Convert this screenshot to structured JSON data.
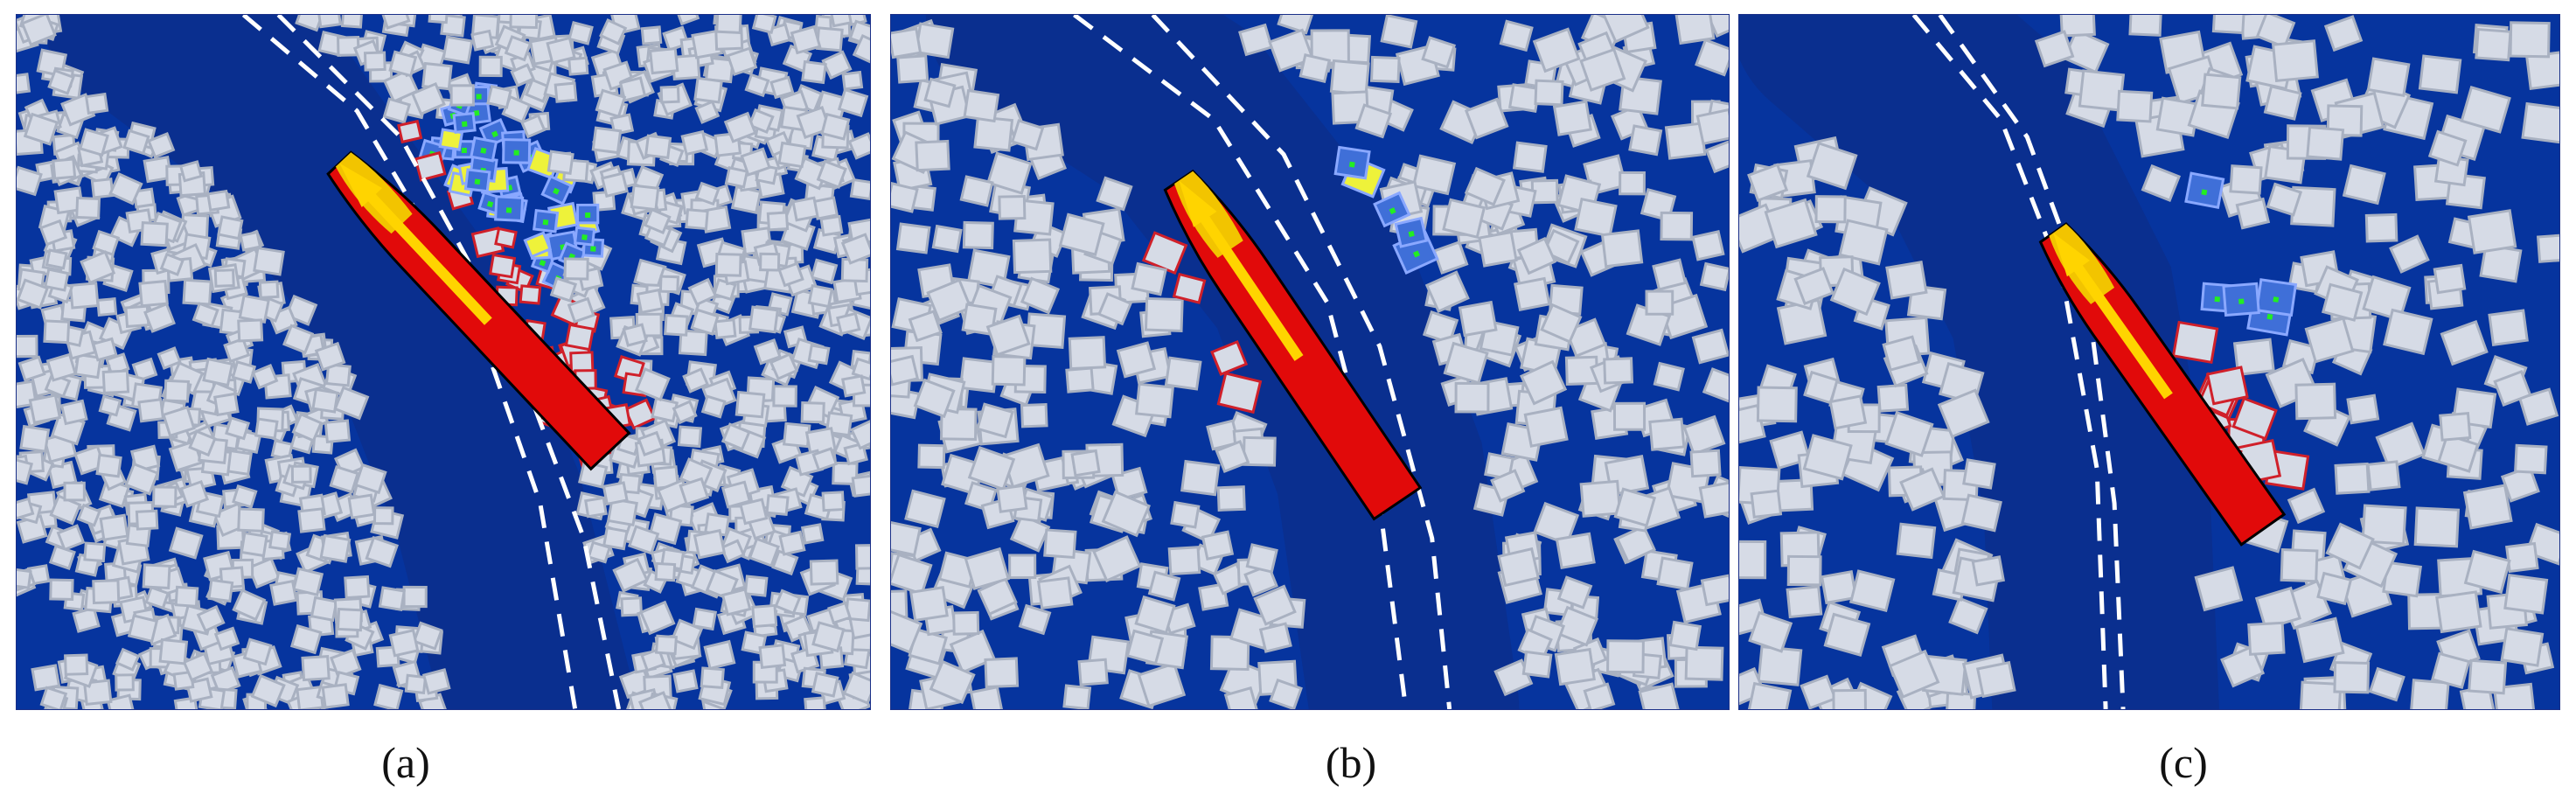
{
  "figure": {
    "panels": [
      {
        "id": "a",
        "caption": "(a)",
        "density": "high"
      },
      {
        "id": "b",
        "caption": "(b)",
        "density": "medium"
      },
      {
        "id": "c",
        "caption": "(c)",
        "density": "low"
      }
    ]
  },
  "colors": {
    "water": "#06349e",
    "channel": "#0a2f8f",
    "ice_floe": "#d6dbe6",
    "ice_floe_edge": "#a9b1c1",
    "ship_hull": "#e10a0a",
    "ship_bow": "#f2c400",
    "arrow": "#ffd400",
    "contact_floe_edge": "#d0202a",
    "tracked_floe": "#3f6fd8",
    "tracked_floe_edge": "#8aa8ff",
    "tracked_marker": "#22ee22",
    "candidate_floe": "#eef23a",
    "lane_marking": "#ffffff"
  }
}
